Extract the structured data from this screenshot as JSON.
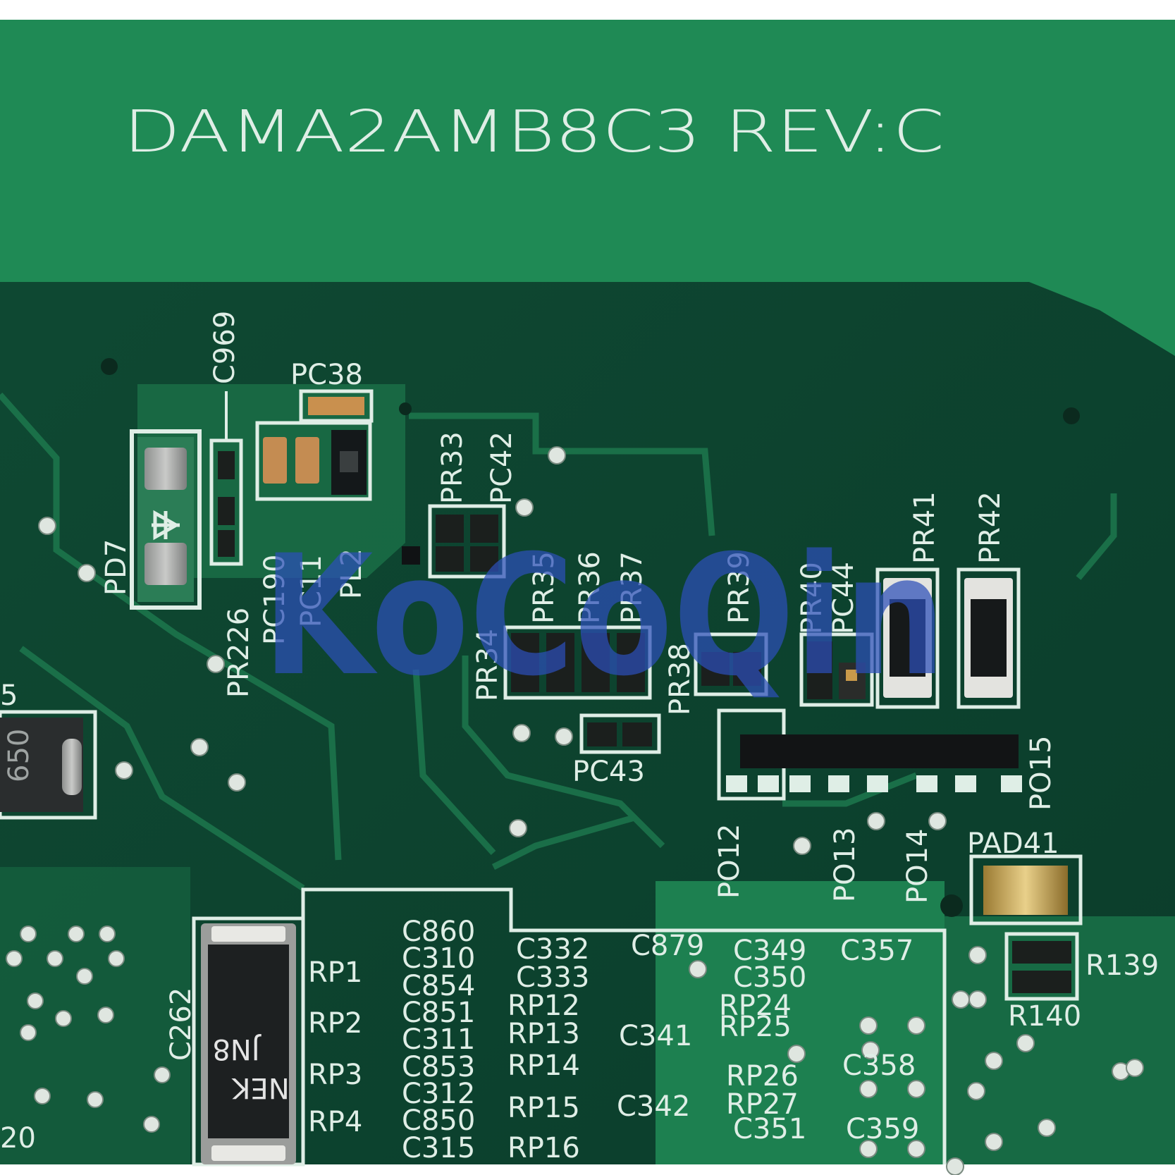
{
  "board": {
    "model": "DAMA2AMB8C3 REV:C",
    "watermark": "KoCoQin"
  },
  "colors": {
    "pcb_light": "#1f8a55",
    "pcb_dark": "#0f4a33",
    "silkscreen": "#dfeee6",
    "watermark": "#2d4fb8"
  },
  "labels": {
    "c969": "C969",
    "pc38": "PC38",
    "pr33": "PR33",
    "pc42": "PC42",
    "pd7": "PD7",
    "pr226": "PR226",
    "pc190": "PC190",
    "pc11": "PC11",
    "pl2": "PL2",
    "pr34": "PR34",
    "pr35": "PR35",
    "pr36": "PR36",
    "pr37": "PR37",
    "pr38": "PR38",
    "pr39": "PR39",
    "pr40": "PR40",
    "pc44": "PC44",
    "pr41": "PR41",
    "pr42": "PR42",
    "pc43": "PC43",
    "po12": "PO12",
    "po13": "PO13",
    "po14": "PO14",
    "po15": "PO15",
    "pad41": "PAD41",
    "r139": "R139",
    "r140": "R140",
    "c262": "C262",
    "rp1": "RP1",
    "rp2": "RP2",
    "rp3": "RP3",
    "rp4": "RP4",
    "c860": "C860",
    "c310": "C310",
    "c854": "C854",
    "c851": "C851",
    "c311": "C311",
    "c853": "C853",
    "c312": "C312",
    "c850": "C850",
    "c315": "C315",
    "c332": "C332",
    "c333": "C333",
    "rp12": "RP12",
    "rp13": "RP13",
    "rp14": "RP14",
    "rp15": "RP15",
    "rp16": "RP16",
    "c879": "C879",
    "c341": "C341",
    "c342": "C342",
    "c349": "C349",
    "c357": "C357",
    "c350": "C350",
    "rp24": "RP24",
    "rp25": "RP25",
    "rp26": "RP26",
    "c358": "C358",
    "rp27": "RP27",
    "c351": "C351",
    "c359": "C359",
    "inductor_marking_1": "JN8",
    "inductor_marking_2": "NEK",
    "edge_5": "5",
    "edge_20": "20",
    "edge_650": "650"
  }
}
